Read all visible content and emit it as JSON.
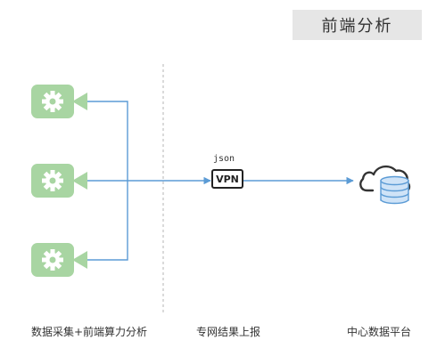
{
  "title": "前端分析",
  "connector_label": "json",
  "vpn_label": "VPN",
  "bottom_labels": {
    "left": "数据采集+前端算力分析",
    "middle": "专网结果上报",
    "right": "中心数据平台"
  },
  "colors": {
    "camera_fill": "#a8d5a2",
    "camera_gear": "#ffffff",
    "line": "#5b9bd5",
    "cloud_stroke": "#333333",
    "database_fill": "#cfe3f7",
    "title_bg": "#e6e6e6"
  },
  "icons": [
    "camera-icon",
    "gear-icon",
    "cloud-icon",
    "database-icon"
  ]
}
